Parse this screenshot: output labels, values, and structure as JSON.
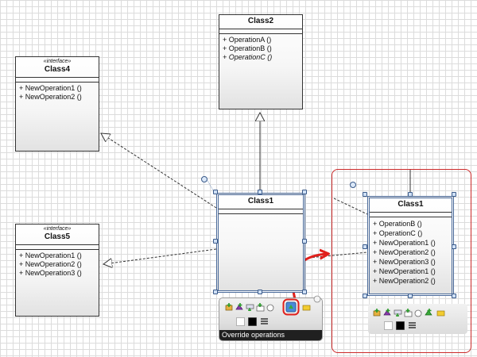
{
  "classes": {
    "class2": {
      "name": "Class2",
      "operations": [
        "+ OperationA ()",
        "+ OperationB ()",
        "+ OperationC ()"
      ]
    },
    "class4": {
      "stereotype": "«interface»",
      "name": "Class4",
      "operations": [
        "+ NewOperation1 ()",
        "+ NewOperation2 ()"
      ]
    },
    "class5": {
      "stereotype": "«interface»",
      "name": "Class5",
      "operations": [
        "+ NewOperation1 ()",
        "+ NewOperation2 ()",
        "+ NewOperation3 ()"
      ]
    },
    "class1": {
      "name": "Class1"
    },
    "class1_result": {
      "name": "Class1",
      "operations": [
        "+ OperationB ()",
        "+ OperationC ()",
        "+ NewOperation1 ()",
        "+ NewOperation2 ()",
        "+ NewOperation3 ()",
        "+ NewOperation1 ()",
        "+ NewOperation2 ()"
      ]
    }
  },
  "toolbar": {
    "tooltip": "Override operations"
  },
  "colors": {
    "highlight_red": "#cc2a2a",
    "selection_blue": "#4a6a9a",
    "grid": "#dcdcdc"
  },
  "icons": [
    "add-attribute-icon",
    "add-operation-icon",
    "add-property-icon",
    "add-nested-icon",
    "override-operations-icon",
    "folder-icon",
    "white-color-icon",
    "black-color-icon",
    "line-style-icon"
  ]
}
